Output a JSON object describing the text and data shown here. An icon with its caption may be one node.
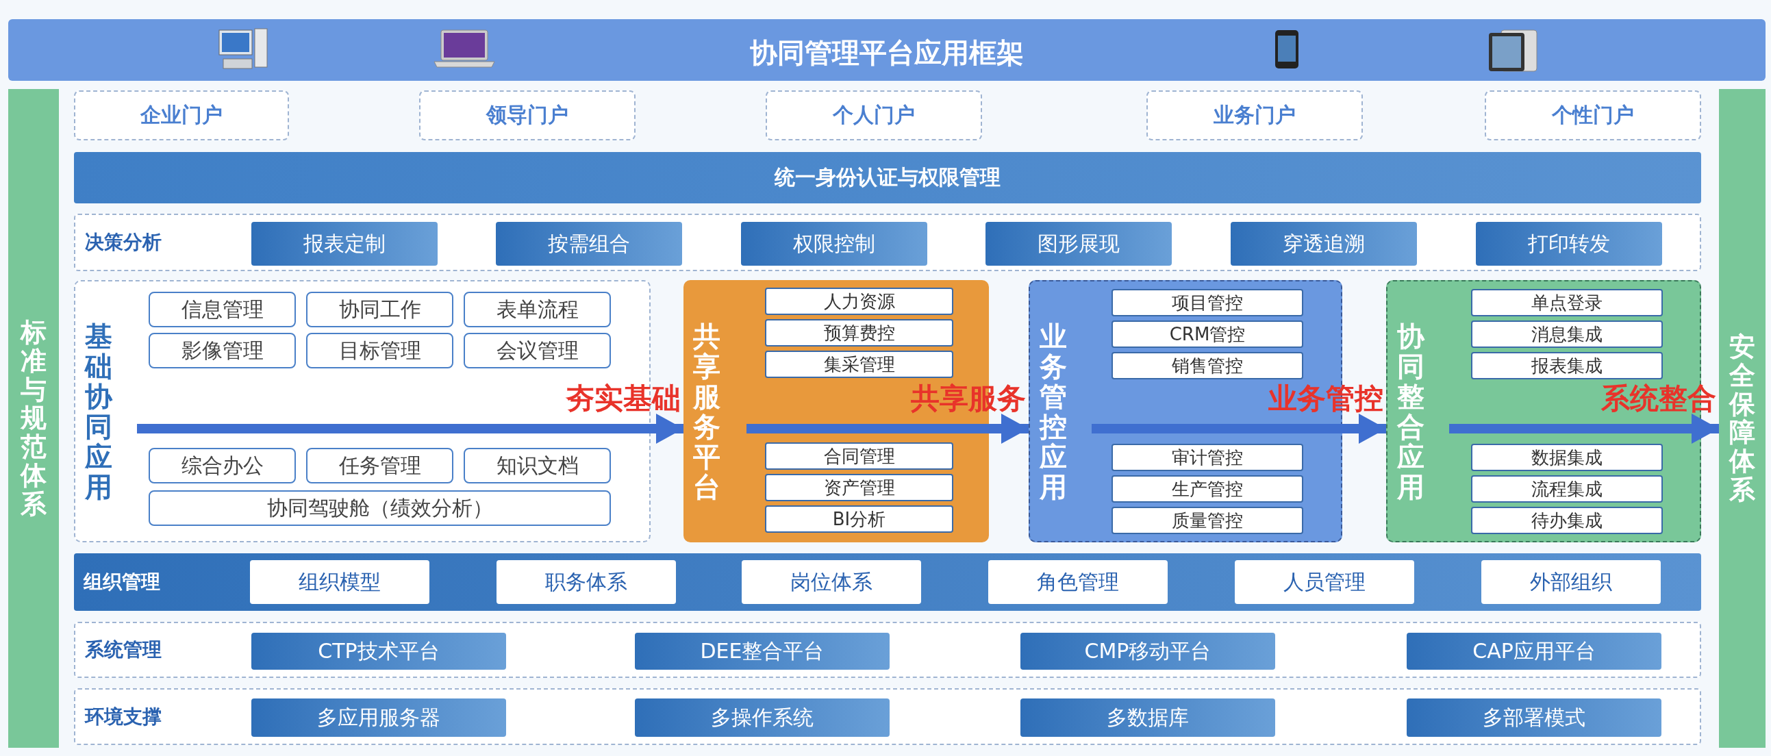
{
  "diagram": {
    "title": "协同管理平台应用框架",
    "nodes": [
      {
        "text": [
          "标准与规范体系"
        ]
      },
      {
        "text": [
          "安全保障体系"
        ]
      },
      {
        "text": [
          "企业门户"
        ]
      },
      {
        "text": [
          "领导门户"
        ]
      },
      {
        "text": [
          "个人门户"
        ]
      },
      {
        "text": [
          "业务门户"
        ]
      },
      {
        "text": [
          "个性门户"
        ]
      },
      {
        "text": [
          "统一身份认证与权限管理"
        ]
      },
      {
        "text": [
          "决策分析"
        ]
      },
      {
        "text": [
          "报表定制"
        ],
        "in": 8
      },
      {
        "text": [
          "按需组合"
        ],
        "in": 8
      },
      {
        "text": [
          "权限控制"
        ],
        "in": 8
      },
      {
        "text": [
          "图形展现"
        ],
        "in": 8
      },
      {
        "text": [
          "穿透追溯"
        ],
        "in": 8
      },
      {
        "text": [
          "打印转发"
        ],
        "in": 8
      },
      {
        "text": [
          "基础协同应用"
        ]
      },
      {
        "text": [
          "信息管理"
        ],
        "in": 15
      },
      {
        "text": [
          "协同工作"
        ],
        "in": 15
      },
      {
        "text": [
          "表单流程"
        ],
        "in": 15
      },
      {
        "text": [
          "影像管理"
        ],
        "in": 15
      },
      {
        "text": [
          "目标管理"
        ],
        "in": 15
      },
      {
        "text": [
          "会议管理"
        ],
        "in": 15
      },
      {
        "text": [
          "综合办公"
        ],
        "in": 15
      },
      {
        "text": [
          "任务管理"
        ],
        "in": 15
      },
      {
        "text": [
          "知识文档"
        ],
        "in": 15
      },
      {
        "text": [
          "协同驾驶舱（绩效分析）"
        ],
        "in": 15
      },
      {
        "text": [
          "共享服务平台"
        ]
      },
      {
        "text": [
          "人力资源"
        ],
        "in": 26
      },
      {
        "text": [
          "预算费控"
        ],
        "in": 26
      },
      {
        "text": [
          "集采管理"
        ],
        "in": 26
      },
      {
        "text": [
          "合同管理"
        ],
        "in": 26
      },
      {
        "text": [
          "资产管理"
        ],
        "in": 26
      },
      {
        "text": [
          "BI分析"
        ],
        "in": 26
      },
      {
        "text": [
          "业务管控应用"
        ]
      },
      {
        "text": [
          "项目管控"
        ],
        "in": 33
      },
      {
        "text": [
          "CRM管控"
        ],
        "in": 33
      },
      {
        "text": [
          "销售管控"
        ],
        "in": 33
      },
      {
        "text": [
          "审计管控"
        ],
        "in": 33
      },
      {
        "text": [
          "生产管控"
        ],
        "in": 33
      },
      {
        "text": [
          "质量管控"
        ],
        "in": 33
      },
      {
        "text": [
          "协同整合应用"
        ]
      },
      {
        "text": [
          "单点登录"
        ],
        "in": 40
      },
      {
        "text": [
          "消息集成"
        ],
        "in": 40
      },
      {
        "text": [
          "报表集成"
        ],
        "in": 40
      },
      {
        "text": [
          "数据集成"
        ],
        "in": 40
      },
      {
        "text": [
          "流程集成"
        ],
        "in": 40
      },
      {
        "text": [
          "待办集成"
        ],
        "in": 40
      },
      {
        "text": [
          "组织管理"
        ]
      },
      {
        "text": [
          "组织模型"
        ],
        "in": 47
      },
      {
        "text": [
          "职务体系"
        ],
        "in": 47
      },
      {
        "text": [
          "岗位体系"
        ],
        "in": 47
      },
      {
        "text": [
          "角色管理"
        ],
        "in": 47
      },
      {
        "text": [
          "人员管理"
        ],
        "in": 47
      },
      {
        "text": [
          "外部组织"
        ],
        "in": 47
      },
      {
        "text": [
          "系统管理"
        ]
      },
      {
        "text": [
          "CTP技术平台"
        ],
        "in": 54
      },
      {
        "text": [
          "DEE整合平台"
        ],
        "in": 54
      },
      {
        "text": [
          "CMP移动平台"
        ],
        "in": 54
      },
      {
        "text": [
          "CAP应用平台"
        ],
        "in": 54
      },
      {
        "text": [
          "环境支撑"
        ]
      },
      {
        "text": [
          "多应用服务器"
        ],
        "in": 59
      },
      {
        "text": [
          "多操作系统"
        ],
        "in": 59
      },
      {
        "text": [
          "多数据库"
        ],
        "in": 59
      },
      {
        "text": [
          "多部署模式"
        ],
        "in": 59
      }
    ],
    "edges": [
      {
        "from": 15,
        "to": 26,
        "arrow": "to",
        "label": "夯实基础"
      },
      {
        "from": 26,
        "to": 33,
        "arrow": "to",
        "label": "共享服务"
      },
      {
        "from": 33,
        "to": 40,
        "arrow": "to",
        "label": "业务管控"
      },
      {
        "from": 40,
        "to": 1,
        "arrow": "to",
        "label": "系统整合"
      }
    ]
  }
}
